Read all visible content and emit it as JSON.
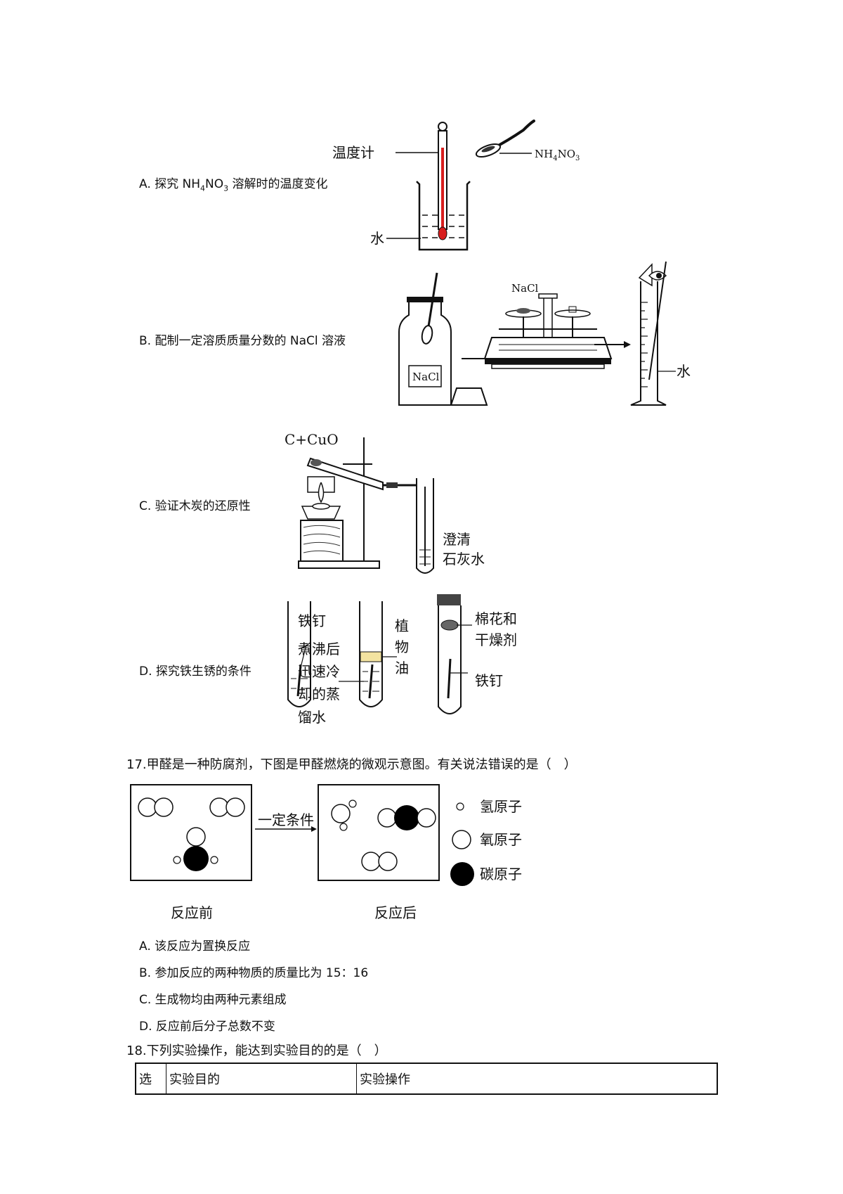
{
  "options_16": [
    {
      "key": "A",
      "parts": [
        "A. 探究 NH",
        "4",
        "NO",
        "3",
        " 溶解时的温度变化"
      ]
    },
    {
      "key": "B",
      "text": "B. 配制一定溶质质量分数的 NaCl 溶液"
    },
    {
      "key": "C",
      "text": "C. 验证木炭的还原性"
    },
    {
      "key": "D",
      "text": "D. 探究铁生锈的条件"
    }
  ],
  "figure_a": {
    "thermometer": "温度计",
    "reagent_parts": [
      "NH",
      "4",
      "NO",
      "3"
    ],
    "water": "水"
  },
  "figure_b": {
    "bottle": "NaCl",
    "balance": "NaCl",
    "water": "水"
  },
  "figure_c": {
    "reagent": "C+CuO",
    "limewater_1": "澄清",
    "limewater_2": "石灰水"
  },
  "figure_d": {
    "nail": "铁钉",
    "water_1": "煮沸后",
    "water_2": "迅速冷",
    "water_3": "却的蒸",
    "water_4": "馏水",
    "oil_1": "植",
    "oil_2": "物",
    "oil_3": "油",
    "dry_1": "棉花和",
    "dry_2": "干燥剂",
    "nail_2": "铁钉"
  },
  "q17": {
    "stem": "17.甲醛是一种防腐剂，下图是甲醛燃烧的微观示意图。有关说法错误的是（　）",
    "condition": "一定条件",
    "before": "反应前",
    "after": "反应后",
    "legend": [
      "氢原子",
      "氧原子",
      "碳原子"
    ],
    "options": [
      "A. 该反应为置换反应",
      "B. 参加反应的两种物质的质量比为 15：16",
      "C. 生成物均由两种元素组成",
      "D. 反应前后分子总数不变"
    ]
  },
  "q18": {
    "stem": "18.下列实验操作，能达到实验目的的是（　）",
    "headers": [
      "选",
      "实验目的",
      "实验操作"
    ]
  },
  "colors": {
    "thermometer_liquid": "#d81e1e",
    "oil": "#f3e3a0",
    "ink": "#111111"
  }
}
